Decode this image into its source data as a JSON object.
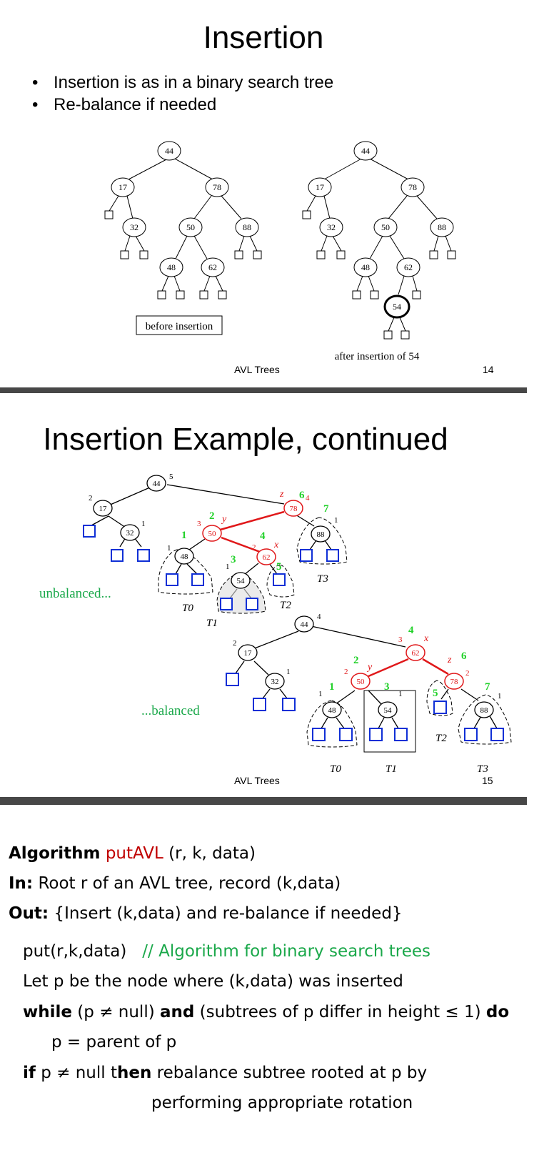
{
  "slide1": {
    "title": "Insertion",
    "bullets": [
      "Insertion is as in a binary search tree",
      "Re-balance if needed"
    ],
    "before_label": "before insertion",
    "after_label": "after insertion of 54",
    "footer": "AVL Trees",
    "page": "14",
    "tree_before": [
      "44",
      "17",
      "78",
      "32",
      "50",
      "88",
      "48",
      "62"
    ],
    "tree_after": [
      "44",
      "17",
      "78",
      "32",
      "50",
      "88",
      "48",
      "62",
      "54"
    ]
  },
  "slide2": {
    "title": "Insertion Example, continued",
    "unbalanced_label": "unbalanced...",
    "balanced_label": "...balanced",
    "footer": "AVL Trees",
    "page": "15",
    "top_tree": {
      "nodes": [
        "44",
        "17",
        "32",
        "78",
        "50",
        "88",
        "48",
        "62",
        "54"
      ],
      "heights": {
        "44": "5",
        "17": "2",
        "32": "1",
        "78": "4",
        "50": "3",
        "88": "1",
        "48": "1",
        "62": "2",
        "54": "1"
      },
      "order": {
        "78": "6",
        "50": "2",
        "88": "7",
        "48": "1",
        "62": "4",
        "54": "3",
        "leaf": "5"
      },
      "labels": {
        "z": "z",
        "y": "y",
        "x": "x"
      },
      "subtrees": [
        "T0",
        "T1",
        "T2",
        "T3"
      ]
    },
    "bottom_tree": {
      "nodes": [
        "44",
        "17",
        "32",
        "62",
        "50",
        "78",
        "48",
        "54",
        "88"
      ],
      "heights": {
        "44": "4",
        "17": "2",
        "32": "1",
        "62": "3",
        "50": "2",
        "78": "2",
        "48": "1",
        "54": "1",
        "88": "1"
      },
      "order": {
        "62": "4",
        "50": "2",
        "78": "6",
        "48": "1",
        "54": "3",
        "88": "7",
        "leaf": "5"
      },
      "labels": {
        "z": "z",
        "y": "y",
        "x": "x"
      },
      "subtrees": [
        "T0",
        "T1",
        "T2",
        "T3"
      ]
    }
  },
  "slide3": {
    "line1": {
      "bold": "Algorithm",
      "name": "putAVL",
      "args": " (r, k, data)"
    },
    "line2": {
      "bold": "In:",
      "text": " Root r of an AVL tree, record (k,data)"
    },
    "line3": {
      "bold": "Out:",
      "text": " {Insert (k,data) and re-balance if needed}"
    },
    "line4": {
      "code": "put(r,k,data)",
      "comment": "// Algorithm for binary search trees"
    },
    "line5": "Let p be the node where (k,data) was inserted",
    "line6": {
      "kw1": "while",
      "t1": " (p ≠ null) ",
      "kw2": "and",
      "t2": " (subtrees of p differ in height ≤ 1) ",
      "kw3": "do"
    },
    "line7": "p = parent of p",
    "line8": {
      "kw1": "if",
      "t1": " p ≠ null t",
      "kw2": "hen",
      "t2": " rebalance subtree rooted at p by"
    },
    "line9": "performing appropriate rotation"
  }
}
